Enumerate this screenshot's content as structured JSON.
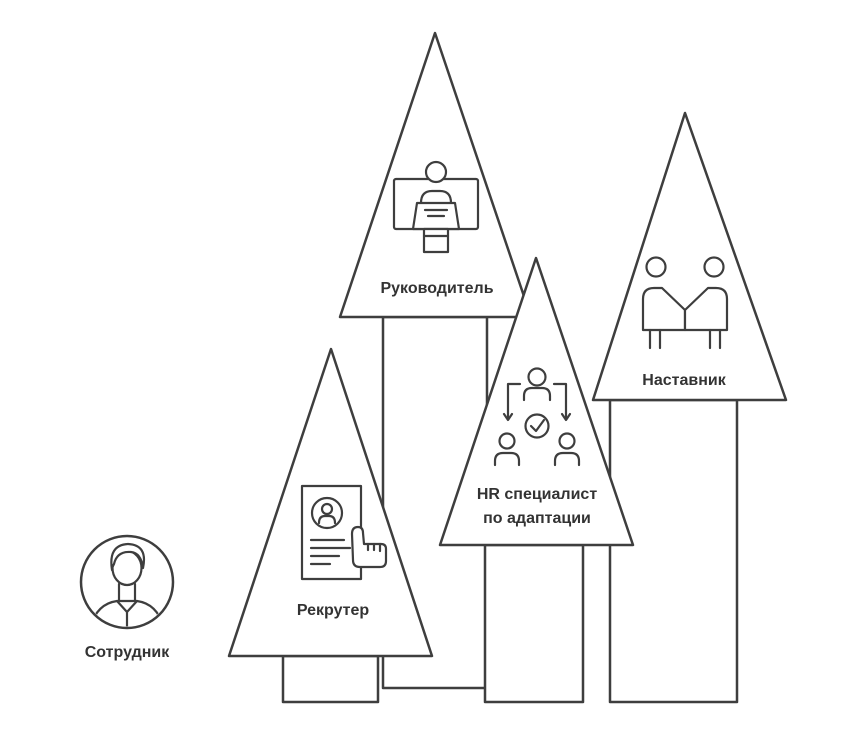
{
  "colors": {
    "line": "#3e3e3e",
    "text": "#333333",
    "background": "#ffffff"
  },
  "diagram": {
    "roles": [
      {
        "id": "leader",
        "label": "Руководитель",
        "icon": "presenter-podium-icon"
      },
      {
        "id": "mentor",
        "label": "Наставник",
        "icon": "handshake-partners-icon"
      },
      {
        "id": "hr-adaptation",
        "label_line1": "HR специалист",
        "label_line2": "по адаптации",
        "icon": "delegation-check-icon"
      },
      {
        "id": "recruiter",
        "label": "Рекрутер",
        "icon": "resume-select-icon"
      }
    ],
    "employee": {
      "label": "Сотрудник",
      "icon": "person-avatar-icon"
    }
  }
}
